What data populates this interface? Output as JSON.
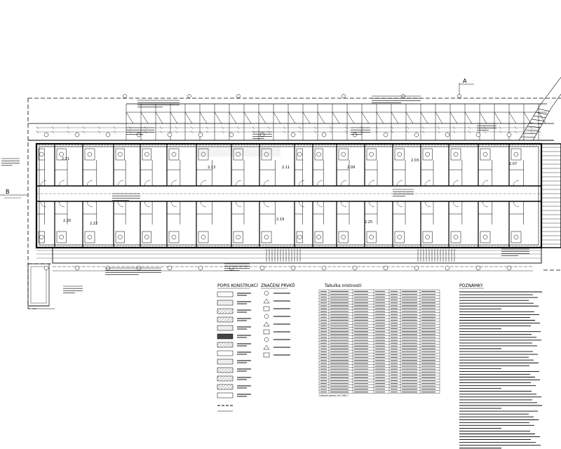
{
  "sections": {
    "left_marker": "B",
    "right_marker": "A"
  },
  "rooms": [
    {
      "id": "2.21",
      "label": "2.21"
    },
    {
      "id": "2.13",
      "label": "2.13"
    },
    {
      "id": "2.11",
      "label": "2.11"
    },
    {
      "id": "2.09",
      "label": "2.09"
    },
    {
      "id": "2.03",
      "label": "2.03"
    },
    {
      "id": "2.07",
      "label": "2.07"
    },
    {
      "id": "2.20",
      "label": "2.20"
    },
    {
      "id": "2.19",
      "label": "2.19"
    },
    {
      "id": "2.25",
      "label": "2.25"
    },
    {
      "id": "2.22",
      "label": "2.22"
    }
  ],
  "legend_left": {
    "title": "POPIS KONSTRUKCÍ"
  },
  "legend_mid": {
    "title": "ZNAČENÍ PRVKŮ"
  },
  "room_table": {
    "title": "Tabulka místností",
    "footer": "Celková plocha (m²) 562,7"
  },
  "notes": {
    "title": "POZNÁMKY"
  },
  "colors": {
    "ink": "#000000",
    "paper": "#ffffff",
    "hatch": "#555555"
  }
}
